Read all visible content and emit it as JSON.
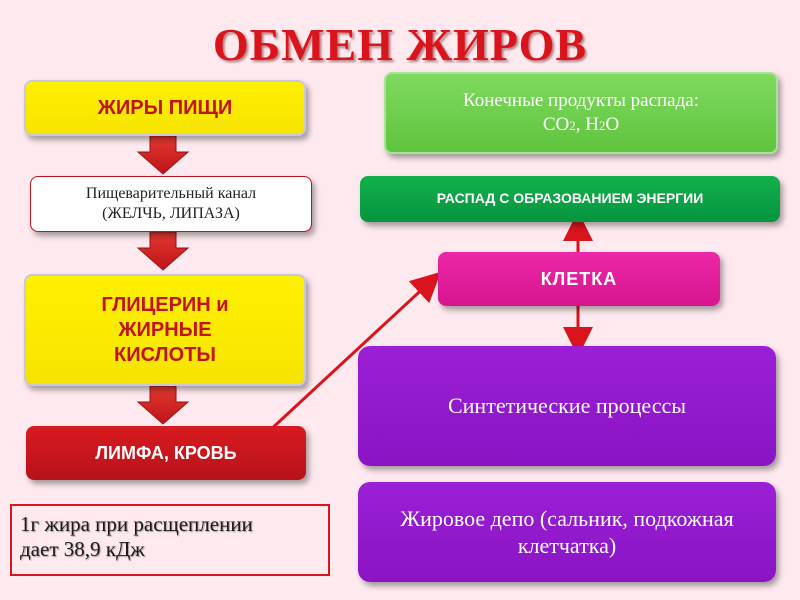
{
  "title": "ОБМЕН ЖИРОВ",
  "left": {
    "food_fats": "ЖИРЫ ПИЩИ",
    "digestive_line1": "Пищеварительный канал",
    "digestive_line2": "(ЖЕЛЧЬ, ЛИПАЗА)",
    "glycerol": "ГЛИЦЕРИН и ЖИРНЫЕ КИСЛОТЫ",
    "lymph_blood": "ЛИМФА, КРОВЬ",
    "energy_note_line1": "1г жира при расщеплении",
    "energy_note_line2": "дает 38,9 кДж"
  },
  "right": {
    "end_products_line1": "Конечные продукты распада:",
    "end_products_co": "CO",
    "end_products_sub1": "2",
    "end_products_sep": ", H",
    "end_products_sub2": "2",
    "end_products_o": "O",
    "decay": "РАСПАД С ОБРАЗОВАНИЕМ ЭНЕРГИИ",
    "cell": "КЛЕТКА",
    "synthesis": "Синтетические процессы",
    "depot": "Жировое депо (сальник, подкожная клетчатка)"
  },
  "colors": {
    "title": "#d9141c",
    "arrow_red": "#d9141c",
    "arrow_dark": "#8b0f14"
  }
}
